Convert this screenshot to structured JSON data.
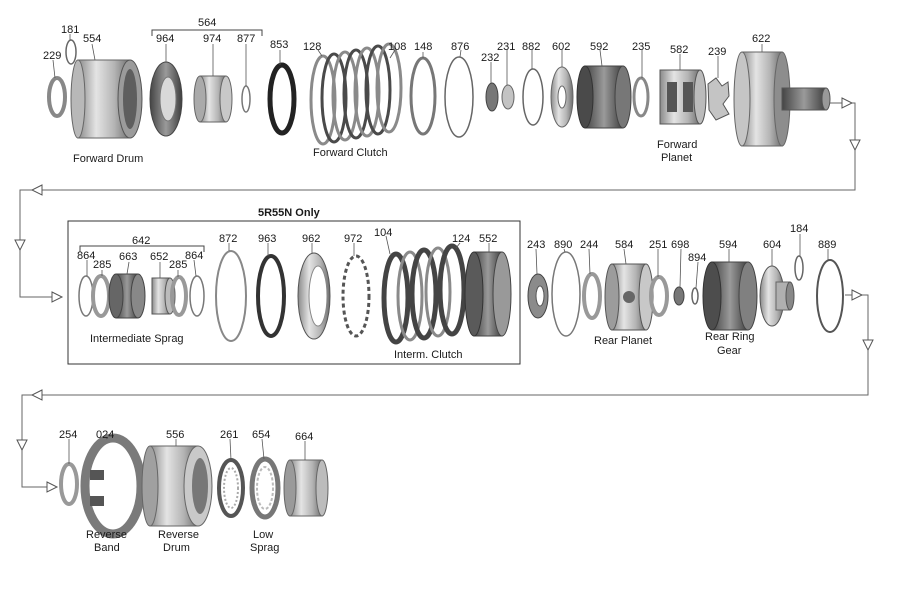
{
  "header": {
    "section_title": "5R55N Only"
  },
  "groups": [
    {
      "id": "564",
      "label": "564"
    },
    {
      "id": "642",
      "label": "642"
    }
  ],
  "row1": {
    "part_numbers": [
      "229",
      "181",
      "554",
      "964",
      "974",
      "877",
      "853",
      "128",
      "108",
      "148",
      "876",
      "232",
      "231",
      "882",
      "602",
      "592",
      "235",
      "582",
      "239",
      "622"
    ],
    "captions": {
      "forward_drum": "Forward  Drum",
      "forward_clutch": "Forward  Clutch",
      "forward_planet_1": "Forward",
      "forward_planet_2": "Planet"
    }
  },
  "row2": {
    "part_numbers": [
      "864",
      "285",
      "663",
      "652",
      "285",
      "864",
      "872",
      "963",
      "962",
      "972",
      "104",
      "124",
      "552",
      "243",
      "890",
      "244",
      "584",
      "251",
      "698",
      "894",
      "594",
      "604",
      "184",
      "889"
    ],
    "captions": {
      "intermediate_sprag": "Intermediate Sprag",
      "interm_clutch": "Interm. Clutch",
      "rear_planet": "Rear Planet",
      "rear_ring_gear_1": "Rear Ring",
      "rear_ring_gear_2": "Gear"
    }
  },
  "row3": {
    "part_numbers": [
      "254",
      "024",
      "556",
      "261",
      "654",
      "664"
    ],
    "captions": {
      "reverse_band_1": "Reverse",
      "reverse_band_2": "Band",
      "reverse_drum_1": "Reverse",
      "reverse_drum_2": "Drum",
      "low_sprag_1": "Low",
      "low_sprag_2": "Sprag"
    }
  },
  "colors": {
    "line": "#555555",
    "metal_light": "#d6d6d6",
    "metal_mid": "#a8a8a8",
    "metal_dark": "#6b6b6b",
    "seal": "#3a3a3a"
  }
}
